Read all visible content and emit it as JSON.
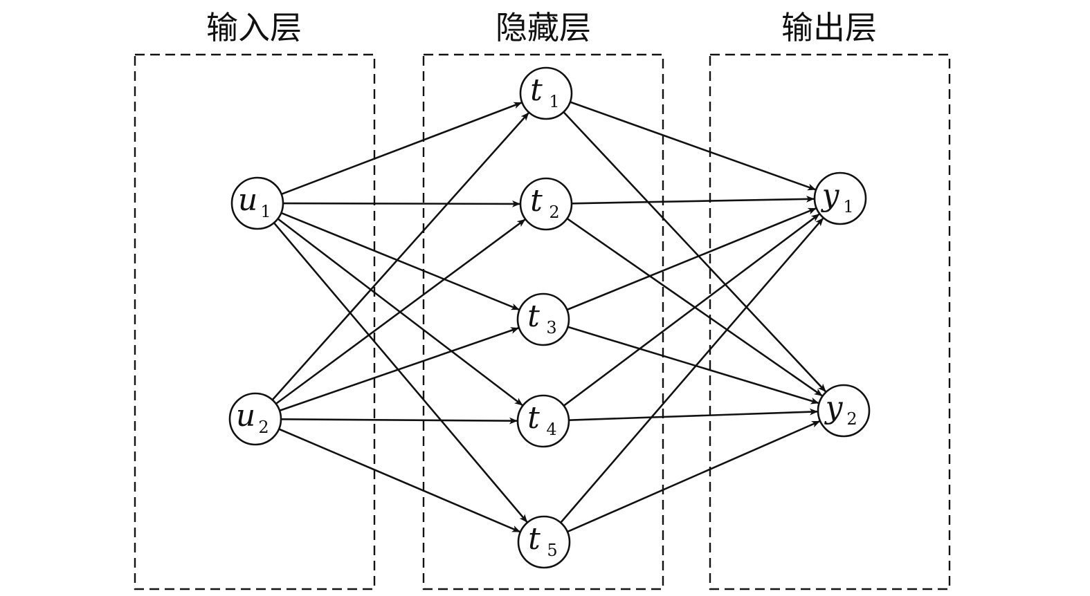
{
  "layers": [
    {
      "id": "input",
      "title": "输入层"
    },
    {
      "id": "hidden",
      "title": "隐藏层"
    },
    {
      "id": "output",
      "title": "输出层"
    }
  ],
  "nodes": [
    {
      "id": "u1",
      "letter": "u",
      "sub": "1",
      "layer": "input"
    },
    {
      "id": "u2",
      "letter": "u",
      "sub": "2",
      "layer": "input"
    },
    {
      "id": "t1",
      "letter": "t",
      "sub": "1",
      "layer": "hidden"
    },
    {
      "id": "t2",
      "letter": "t",
      "sub": "2",
      "layer": "hidden"
    },
    {
      "id": "t3",
      "letter": "t",
      "sub": "3",
      "layer": "hidden"
    },
    {
      "id": "t4",
      "letter": "t",
      "sub": "4",
      "layer": "hidden"
    },
    {
      "id": "t5",
      "letter": "t",
      "sub": "5",
      "layer": "hidden"
    },
    {
      "id": "y1",
      "letter": "y",
      "sub": "1",
      "layer": "output"
    },
    {
      "id": "y2",
      "letter": "y",
      "sub": "2",
      "layer": "output"
    }
  ],
  "edges": [
    [
      "u1",
      "t1"
    ],
    [
      "u1",
      "t2"
    ],
    [
      "u1",
      "t3"
    ],
    [
      "u1",
      "t4"
    ],
    [
      "u1",
      "t5"
    ],
    [
      "u2",
      "t1"
    ],
    [
      "u2",
      "t2"
    ],
    [
      "u2",
      "t3"
    ],
    [
      "u2",
      "t4"
    ],
    [
      "u2",
      "t5"
    ],
    [
      "t1",
      "y1"
    ],
    [
      "t1",
      "y2"
    ],
    [
      "t2",
      "y1"
    ],
    [
      "t2",
      "y2"
    ],
    [
      "t3",
      "y1"
    ],
    [
      "t3",
      "y2"
    ],
    [
      "t4",
      "y1"
    ],
    [
      "t4",
      "y2"
    ],
    [
      "t5",
      "y1"
    ],
    [
      "t5",
      "y2"
    ]
  ],
  "colors": {
    "stroke": "#111111",
    "background": "#ffffff"
  }
}
